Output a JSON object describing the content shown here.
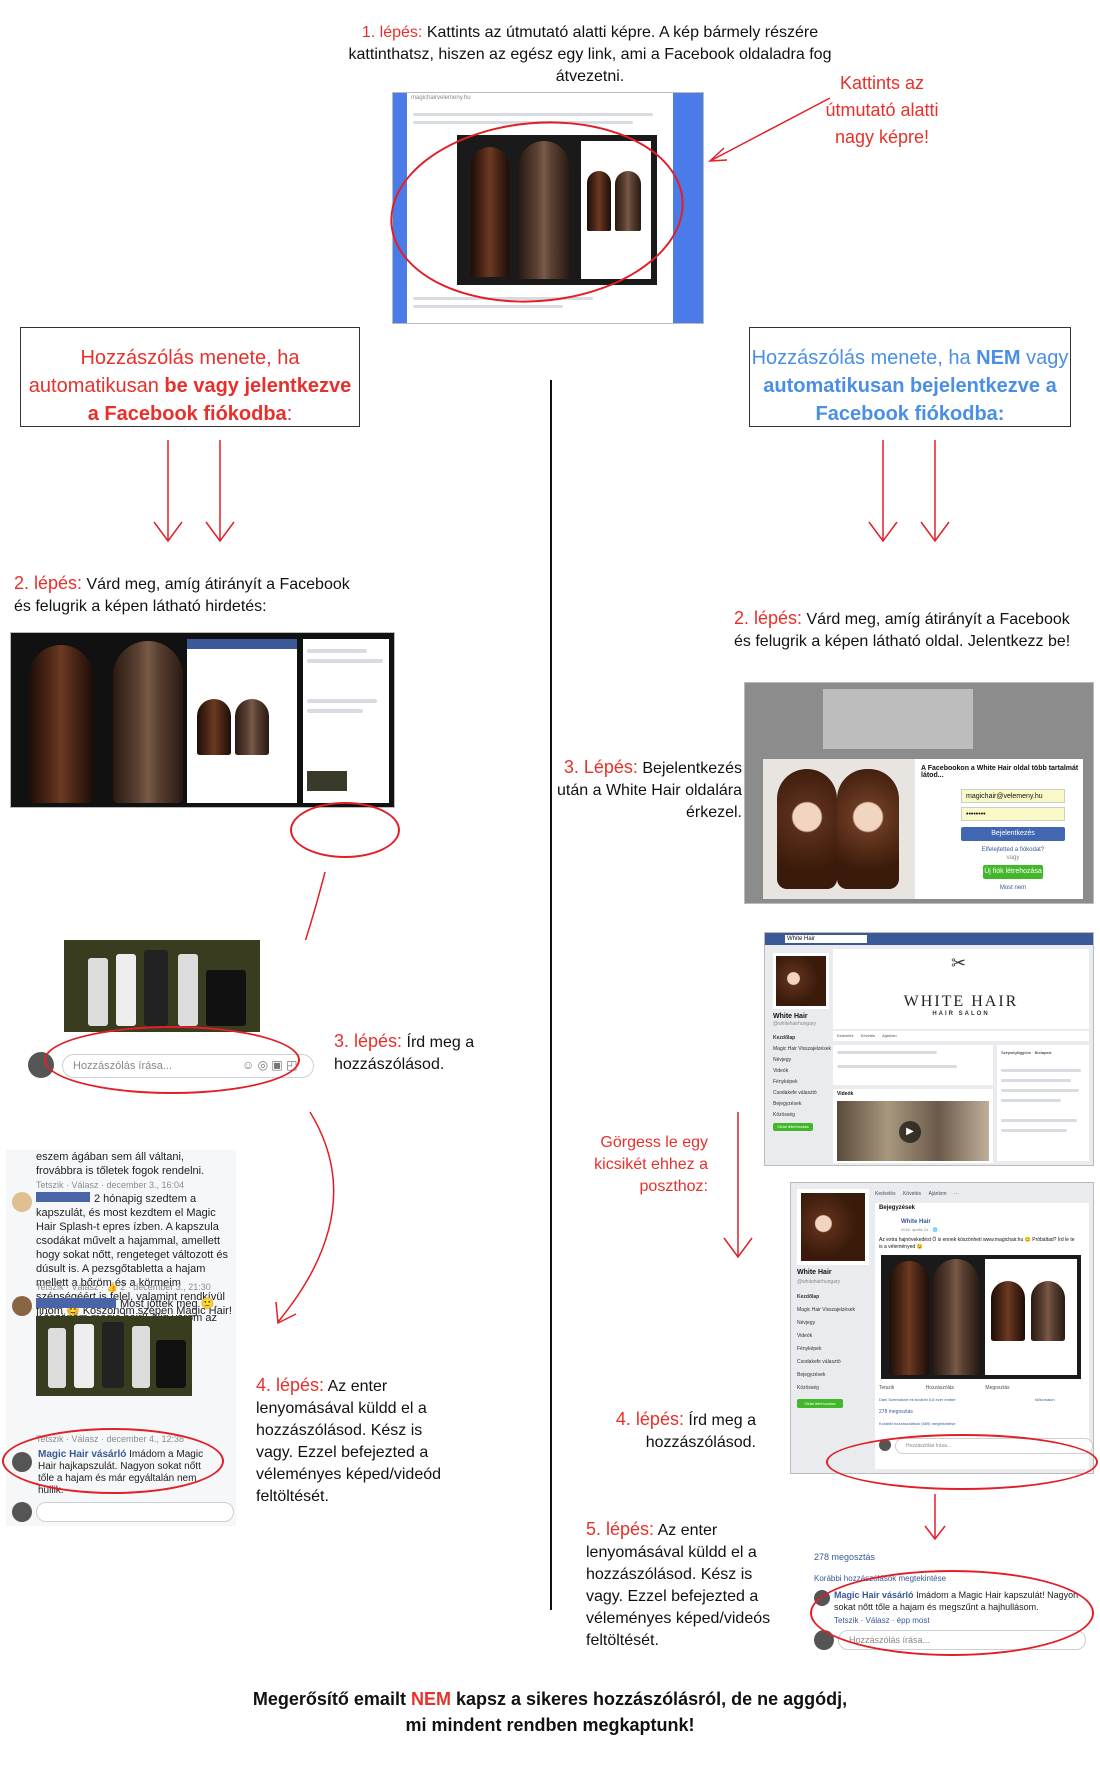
{
  "step1": {
    "label": "1. lépés:",
    "text": "Kattints az útmutató alatti képre. A kép bármely részére kattinthatsz, hiszen az egész egy link, ami a Facebook oldaladra fog átvezetni.",
    "side_note": "Kattints az útmutató alatti nagy képre!",
    "url": "magichairvelemeny.hu"
  },
  "left_box": {
    "pre": "Hozzászólás menete, ha automatikusan ",
    "bold": "be vagy jelentkezve a Facebook fiókodba",
    "post": ":"
  },
  "right_box": {
    "pre": "Hozzászólás menete, ha ",
    "bold1": "NEM",
    "mid": " vagy ",
    "bold2": "automatikusan bejelentkezve a Facebook fiókodba:"
  },
  "left": {
    "step2_label": "2. lépés:",
    "step2_text": "Várd meg, amíg átirányít a Facebook és felugrik a képen látható hirdetés:",
    "step3_label": "3. lépés:",
    "step3_text": "Írd meg a hozzászólásod.",
    "comment_placeholder": "Hozzászólás írása...",
    "step4_label": "4. lépés:",
    "step4_text": "Az enter lenyomásával küldd el a hozzászólásod. Kész is vagy. Ezzel befejezted a véleményes képed/videód feltöltését.",
    "comments": {
      "c0": "eszem ágában sem áll váltani, frovábbra is tőletek fogok rendelni.",
      "c0_meta": "Tetszik · Válasz · december 3., 16:04",
      "c1": "2 hónapig szedtem a kapszulát, és most kezdtem el Magic Hair Splash-t epres ízben. A kapszula csodákat művelt a hajammal, amellett hogy sokat nőtt, rengeteget változott és dúsult is. A pezsgőtabletta a hajam mellett a bőröm és a körmeim szépségéért is felel, valamint rendkívül finom 😊 Köszönöm szépen Magic Hair!",
      "c1_meta": "Tetszik · Válasz · 👍 2 · december 3., 21:30",
      "c2": "Most jöttek meg 🙂. Köszönöm magic hair!! Alig várom az eredményeket!",
      "c2_meta": "Tetszik · Válasz · december 4., 12:38",
      "c3_name": "Magic Hair vásárló",
      "c3": "Imádom a Magic Hair hajkapszulát. Nagyon sokat nőtt tőle a hajam és már egyáltalán nem hullik."
    }
  },
  "right": {
    "step2_label": "2. lépés:",
    "step2_text": "Várd meg, amíg átirányít a Facebook és felugrik a képen látható oldal. Jelentkezz be!",
    "step3_label": "3. Lépés:",
    "step3_text": "Bejelentkezés után a White Hair oldalára érkezel.",
    "login": {
      "title": "A Facebookon a White Hair oldal több tartalmát látod...",
      "email": "magichair@velemeny.hu",
      "password": "••••••••",
      "login_btn": "Bejelentkezés",
      "forgot": "Elfelejtetted a fiókodat?",
      "or": "vagy",
      "create_btn": "Új fiók létrehozása",
      "later": "Most nem"
    },
    "page": {
      "brand": "WHITE HAIR",
      "sub": "HAIR SALON",
      "name": "White Hair",
      "handle": "@whitehairhungary",
      "nav": [
        "Kezdőlap",
        "Magic Hair Visszajelzések",
        "Névjegy",
        "Videók",
        "Fényképek",
        "Csodakefe választó",
        "Bejegyzések",
        "Közösség"
      ],
      "create_page": "Oldal létrehozása",
      "actions": [
        "Kedvelés",
        "Követés",
        "Ajánlom",
        "···"
      ],
      "posts_header": "Bejegyzések",
      "post_time": "2016. április 24. · 🌐",
      "post_text": "Az extra hajnövekedést Ő is ennek köszönheti www.magichair.hu 😊 Próbáltad? Írd le te is a véleményed 😉",
      "fb_search": "White Hair",
      "side_loc": "Szépségfüggönn · Budapest",
      "videos": "Videók"
    },
    "scroll_note": "Görgess le egy kicsikét ehhez a poszthoz:",
    "step4_label": "4. lépés:",
    "step4_text": "Írd meg a hozzászólásod.",
    "post_actions": [
      "Tetszik",
      "Hozzászólás",
      "Megosztás"
    ],
    "shares": "278 megosztás",
    "likes_line": "Dani Szenbásné és további 5,8 ezer ember",
    "relevant": "Idővonalon",
    "earlier_comments": "Korábbi hozzászólások (689) megtekintése",
    "comment_placeholder": "Hozzászólás írása...",
    "step5_label": "5. lépés:",
    "step5_text": "Az enter lenyomásával küldd el a hozzászólásod. Kész is vagy. Ezzel befejezted a véleményes képed/videós feltöltését.",
    "final_shares": "278 megosztás",
    "final_earlier": "Korábbi hozzászólások megtekintése",
    "final_name": "Magic Hair vásárló",
    "final_comment": "Imádom a Magic Hair kapszulát! Nagyon sokat nőtt tőle a hajam és megszűnt a hajhullásom.",
    "final_meta": "Tetszik · Válasz · épp most"
  },
  "footer": {
    "pre": "Megerősítő emailt ",
    "no": "NEM",
    "post": " kapsz a sikeres hozzászólásról, de ne aggódj, mi mindent rendben megkaptunk!"
  },
  "colors": {
    "red": "#e8302b",
    "blue": "#4a8fe4",
    "fb": "#3b5998"
  }
}
